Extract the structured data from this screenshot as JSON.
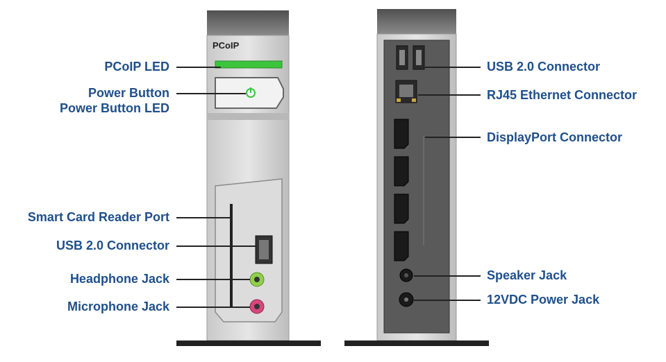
{
  "front": {
    "brand": "PCoIP",
    "labels": {
      "pcoip_led": "PCoIP LED",
      "power_button": "Power Button",
      "power_button_led": "Power Button LED",
      "smart_card": "Smart Card Reader Port",
      "usb": "USB 2.0 Connector",
      "headphone": "Headphone Jack",
      "microphone": "Microphone Jack"
    }
  },
  "rear": {
    "labels": {
      "usb": "USB 2.0 Connector",
      "rj45": "RJ45 Ethernet Connector",
      "displayport": "DisplayPort Connector",
      "speaker": "Speaker Jack",
      "power": "12VDC Power Jack"
    }
  },
  "colors": {
    "label": "#1f4f8b",
    "led_green": "#3dc43d",
    "headphone_green": "#8fd14a",
    "microphone_pink": "#d8467d",
    "rear_panel": "#5a5a5a"
  }
}
